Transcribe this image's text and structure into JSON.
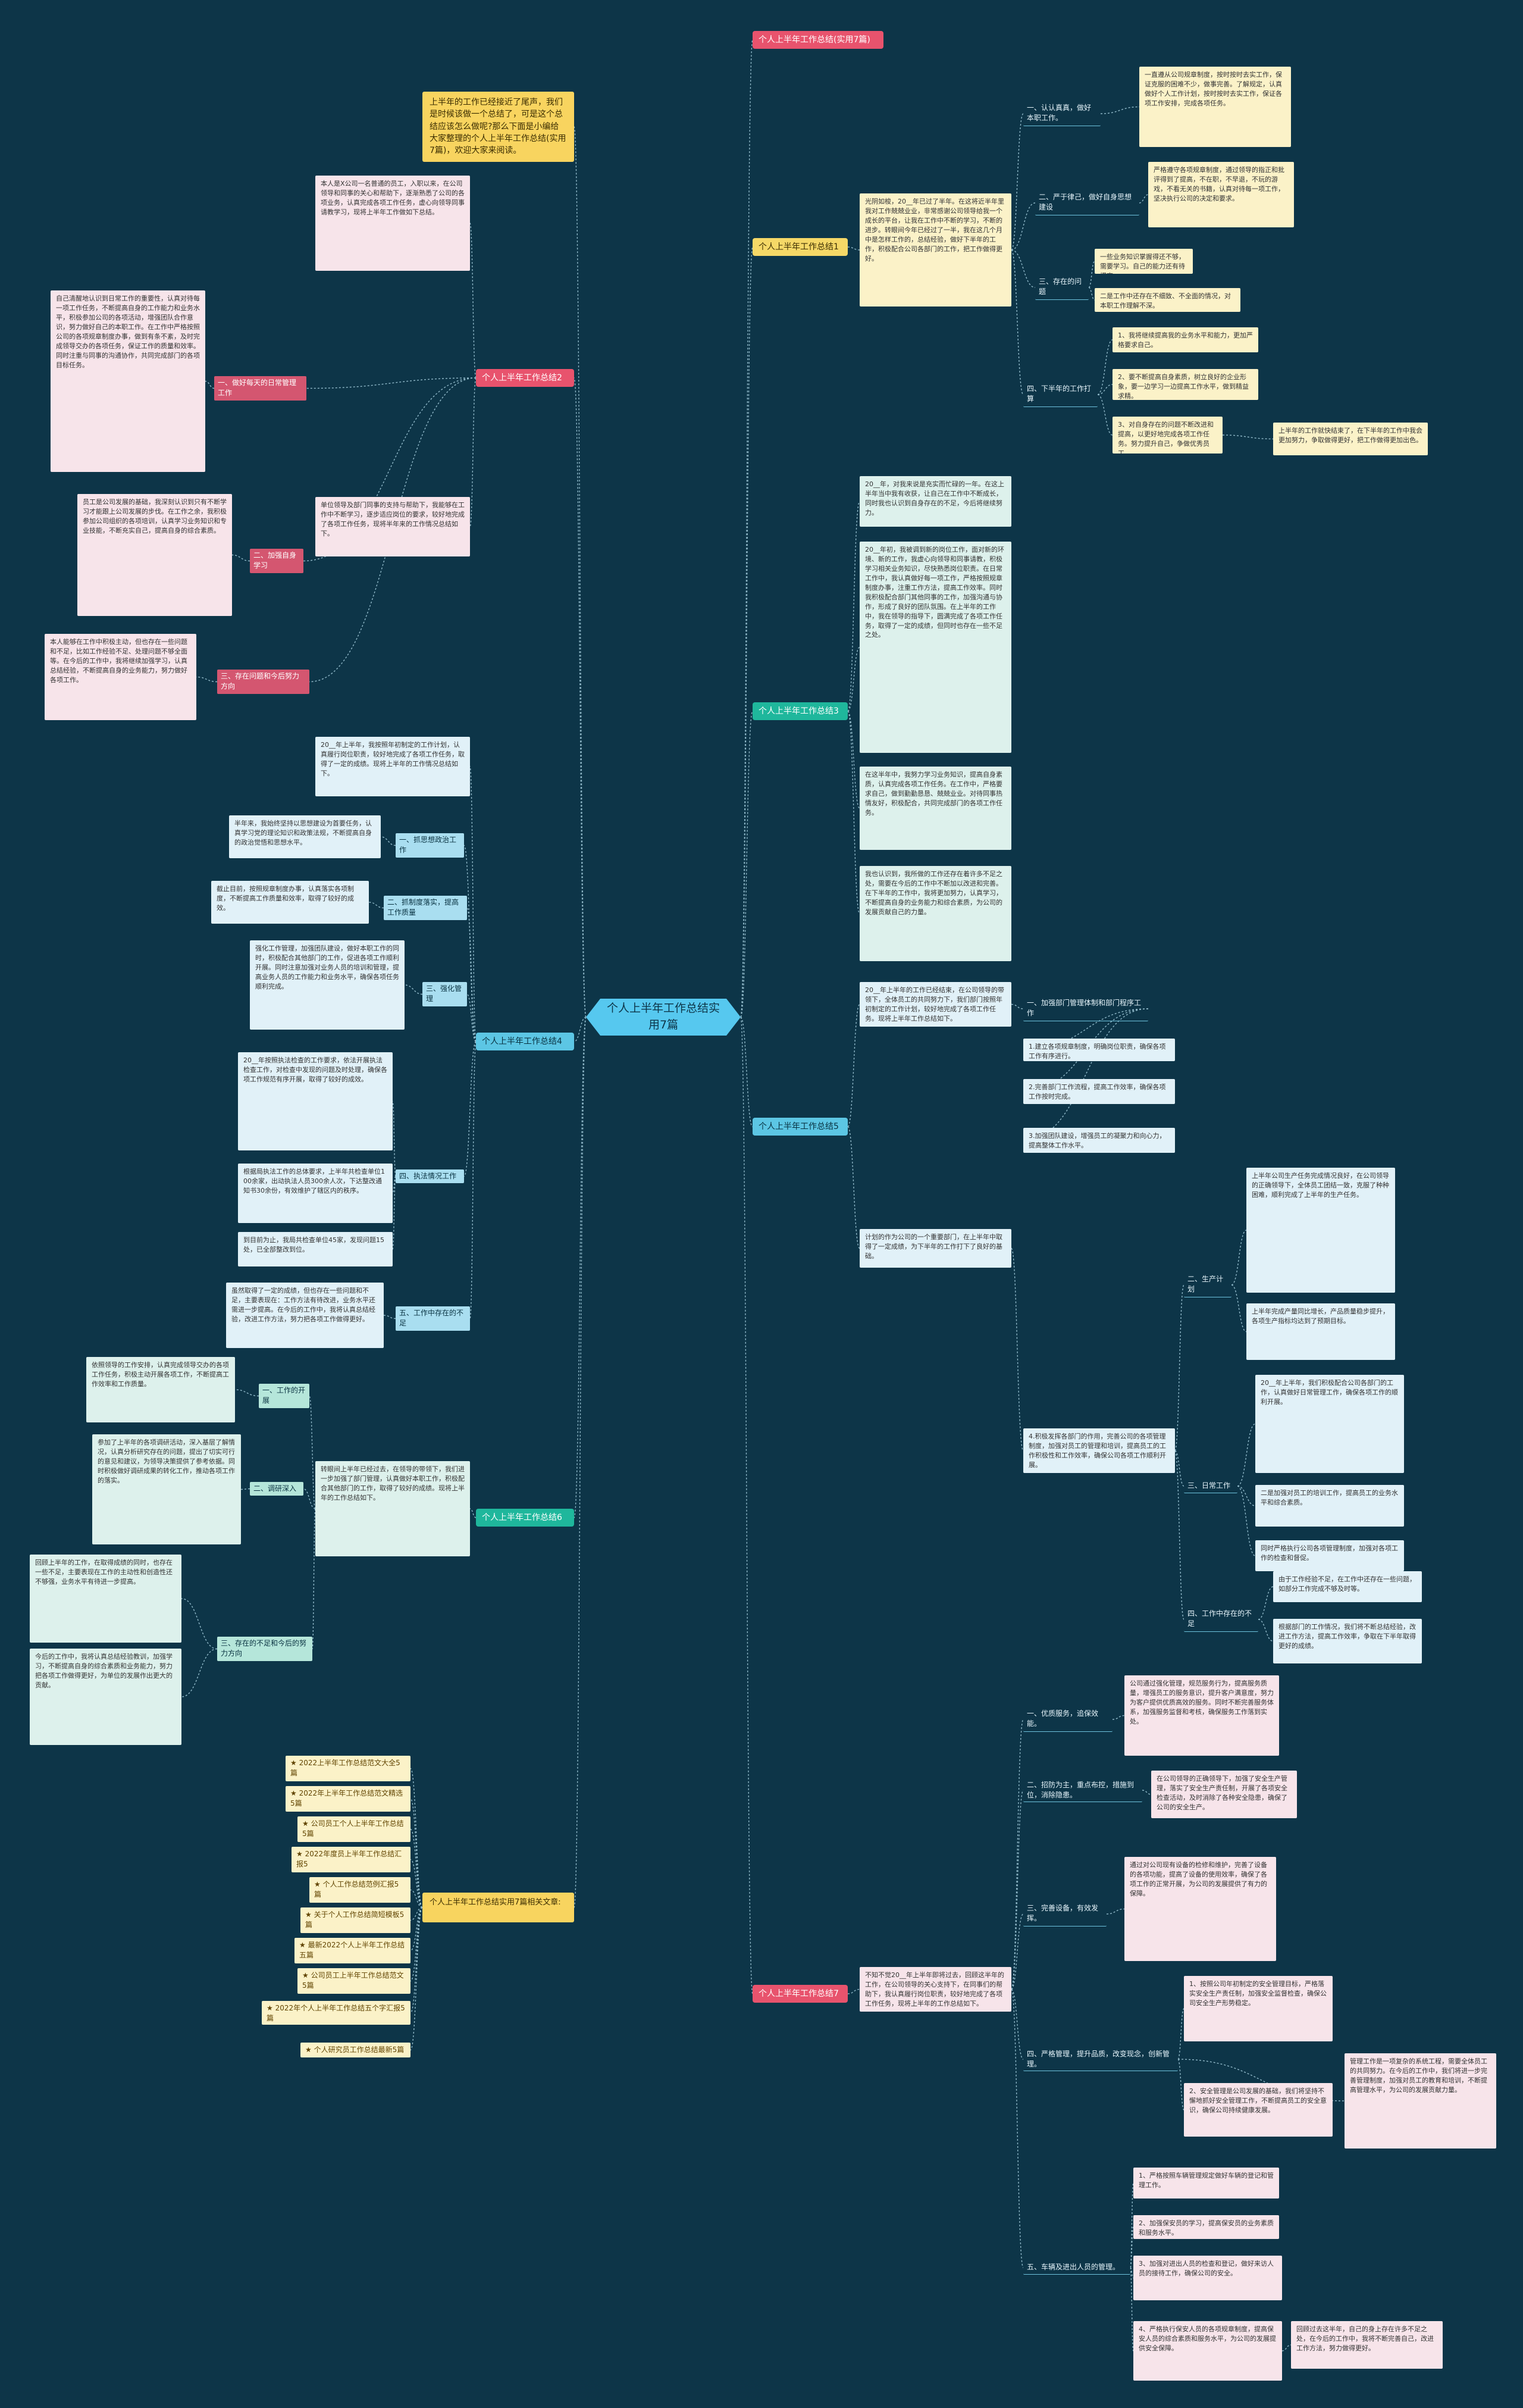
{
  "root": "个人上半年工作总结实用7篇",
  "intro": "上半年的工作已经接近了尾声，我们是时候该做一个总结了，可是这个总结应该怎么做呢?那么下面是小编给大家整理的个人上半年工作总结(实用7篇)，欢迎大家来阅读。",
  "branches": {
    "b_top": "个人上半年工作总结(实用7篇)",
    "b1": "个人上半年工作总结1",
    "b2": "个人上半年工作总结2",
    "b3": "个人上半年工作总结3",
    "b4": "个人上半年工作总结4",
    "b5": "个人上半年工作总结5",
    "b6": "个人上半年工作总结6",
    "b7": "个人上半年工作总结7",
    "related": "个人上半年工作总结实用7篇相关文章:"
  },
  "s1": {
    "intro": "光阴如梭，20__年已过了半年。在这将近半年里我对工作兢兢业业，非常感谢公司领导给我一个成长的平台，让我在工作中不断的学习，不断的进步。转眼间今年已经过了一半，我在这几个月中是怎样工作的，总结经验，做好下半年的工作，积极配合公司各部门的工作，把工作做得更好。",
    "i1": "一、认认真真，做好本职工作。",
    "i1d": "一直遵从公司规章制度，按时按时去实工作，保证克服的困难不少，做事完善。了解规定，认真做好个人工作计划，按时按时去实工作，保证各项工作安排，完成各项任务。",
    "i2": "二、严于律己，做好自身思想建设",
    "i2d": "严格遵守各项规章制度，通过领导的指正和批评得到了提高，不在职，不早退，不玩的游戏，不看无关的书籍，认真对待每一项工作，坚决执行公司的决定和要求。",
    "i3": "三、存在的问题",
    "i3d": "一些业务知识掌握得还不够，需要学习。自己的能力还有待提高。",
    "i3d2": "二是工作中还存在不细致、不全面的情况，对本职工作理解不深。",
    "i4": "四、下半年的工作打算",
    "i4a": "1、我将继续提高我的业务水平和能力，更加严格要求自己。",
    "i4b": "2、要不断提高自身素质，树立良好的企业形象，要一边学习一边提高工作水平，做到精益求精。",
    "i4c": "3、对自身存在的问题不断改进和提高，以更好地完成各项工作任务。努力提升自己，争做优秀员工。",
    "i4d": "上半年的工作就快结束了，在下半年的工作中我会更加努力，争取做得更好，把工作做得更加出色。"
  },
  "s2": {
    "intro": "本人是X公司一名普通的员工，入职以来，在公司领导和同事的关心和帮助下，逐渐熟悉了公司的各项业务，认真完成各项工作任务，虚心向领导同事请教学习，现将上半年工作做如下总结。",
    "i1": "一、做好每天的日常管理工作",
    "i1d": "自己清醒地认识到日常工作的重要性，认真对待每一项工作任务，不断提高自身的工作能力和业务水平，积极参加公司的各项活动，增强团队合作意识，努力做好自己的本职工作。在工作中严格按照公司的各项规章制度办事，做到有条不紊，及时完成领导交办的各项任务，保证工作的质量和效率。同时注重与同事的沟通协作，共同完成部门的各项目标任务。",
    "i2": "二、加强自身学习",
    "i2d": "员工是公司发展的基础，我深刻认识到只有不断学习才能跟上公司发展的步伐。在工作之余，我积极参加公司组织的各项培训，认真学习业务知识和专业技能，不断充实自己，提高自身的综合素质。",
    "i3": "三、存在问题和今后努力方向",
    "i3d": "本人能够在工作中积极主动，但也存在一些问题和不足，比如工作经验不足、处理问题不够全面等。在今后的工作中，我将继续加强学习，认真总结经验，不断提高自身的业务能力，努力做好各项工作。",
    "side": "单位领导及部门同事的支持与帮助下，我能够在工作中不断学习，逐步适应岗位的要求，较好地完成了各项工作任务，现将半年来的工作情况总结如下。"
  },
  "s3": {
    "p1": "20__年，对我来说是充实而忙碌的一年。在这上半年当中我有收获，让自己在工作中不断成长，同时我也认识到自身存在的不足，今后将继续努力。",
    "p2": "20__年初，我被调到新的岗位工作，面对新的环境、新的工作，我虚心向领导和同事请教，积极学习相关业务知识，尽快熟悉岗位职责。在日常工作中，我认真做好每一项工作，严格按照规章制度办事，注重工作方法，提高工作效率。同时我积极配合部门其他同事的工作，加强沟通与协作，形成了良好的团队氛围。在上半年的工作中，我在领导的指导下，圆满完成了各项工作任务，取得了一定的成绩，但同时也存在一些不足之处。",
    "p3": "在这半年中，我努力学习业务知识，提高自身素质，认真完成各项工作任务。在工作中，严格要求自己，做到勤勤恳恳、兢兢业业。对待同事热情友好，积极配合，共同完成部门的各项工作任务。",
    "p4": "我也认识到，我所做的工作还存在着许多不足之处，需要在今后的工作中不断加以改进和完善。在下半年的工作中，我将更加努力，认真学习，不断提高自身的业务能力和综合素质，为公司的发展贡献自己的力量。"
  },
  "s4": {
    "intro": "20__年上半年，我按照年初制定的工作计划，认真履行岗位职责，较好地完成了各项工作任务，取得了一定的成绩。现将上半年的工作情况总结如下。",
    "i1": "一、抓思想政治工作",
    "i1d": "半年来，我始终坚持以思想建设为首要任务，认真学习党的理论知识和政策法规，不断提高自身的政治觉悟和思想水平。",
    "i2": "二、抓制度落实，提高工作质量",
    "i2d": "截止目前，按照规章制度办事，认真落实各项制度，不断提高工作质量和效率，取得了较好的成效。",
    "i3": "三、强化管理",
    "i3d": "强化工作管理，加强团队建设，做好本职工作的同时，积极配合其他部门的工作，促进各项工作顺利开展。同时注意加强对业务人员的培训和管理，提高业务人员的工作能力和业务水平，确保各项任务顺利完成。",
    "i4": "四、执法情况工作",
    "i4d": "20__年按照执法检查的工作要求，依法开展执法检查工作，对检查中发现的问题及时处理，确保各项工作规范有序开展，取得了较好的成效。",
    "i4e": "根据局执法工作的总体要求，上半年共检查单位100余家，出动执法人员300余人次，下达整改通知书30余份，有效维护了辖区内的秩序。",
    "i4f": "到目前为止，我局共检查单位45家，发现问题15处，已全部整改到位。",
    "i5": "五、工作中存在的不足",
    "i5d": "虽然取得了一定的成绩，但也存在一些问题和不足，主要表现在：工作方法有待改进，业务水平还需进一步提高。在今后的工作中，我将认真总结经验，改进工作方法，努力把各项工作做得更好。"
  },
  "s5": {
    "intro": "20__年上半年的工作已经结束，在公司领导的带领下，全体员工的共同努力下，我们部门按照年初制定的工作计划，较好地完成了各项工作任务。现将上半年工作总结如下。",
    "i1": "一、加强部门管理体制和部门程序工作",
    "i1a": "1.建立各项规章制度，明确岗位职责，确保各项工作有序进行。",
    "i1b": "2.完善部门工作流程，提高工作效率，确保各项工作按时完成。",
    "i1c": "3.加强团队建设，增强员工的凝聚力和向心力，提高整体工作水平。",
    "i2": "二、生产计划",
    "i2d": "上半年公司生产任务完成情况良好，在公司领导的正确领导下，全体员工团结一致，克服了种种困难，顺利完成了上半年的生产任务。",
    "i2e": "上半年完成产量同比增长，产品质量稳步提升，各项生产指标均达到了预期目标。",
    "i3": "三、日常工作",
    "i3d": "20__年上半年，我们积极配合公司各部门的工作，认真做好日常管理工作，确保各项工作的顺利开展。",
    "i3e": "二是加强对员工的培训工作，提高员工的业务水平和综合素质。",
    "i3f": "同时严格执行公司各项管理制度，加强对各项工作的检查和督促。",
    "i4": "四、工作中存在的不足",
    "i4d": "由于工作经验不足，在工作中还存在一些问题，如部分工作完成不够及时等。",
    "i4e": "根据部门的工作情况，我们将不断总结经验，改进工作方法，提高工作效率，争取在下半年取得更好的成绩。",
    "mid": "计划的作为公司的一个重要部门，在上半年中取得了一定成绩，为下半年的工作打下了良好的基础。",
    "big": "4.积极发挥各部门的作用，完善公司的各项管理制度，加强对员工的管理和培训，提高员工的工作积极性和工作效率，确保公司各项工作顺利开展。"
  },
  "s6": {
    "intro": "转眼间上半年已经过去，在领导的带领下，我们进一步加强了部门管理，认真做好本职工作，积极配合其他部门的工作，取得了较好的成绩。现将上半年的工作总结如下。",
    "i1": "一、工作的开展",
    "i1d": "依照领导的工作安排，认真完成领导交办的各项工作任务，积极主动开展各项工作，不断提高工作效率和工作质量。",
    "i2": "二、调研深入",
    "i2d": "参加了上半年的各项调研活动，深入基层了解情况，认真分析研究存在的问题，提出了切实可行的意见和建议，为领导决策提供了参考依据。同时积极做好调研成果的转化工作，推动各项工作的落实。",
    "i3": "三、存在的不足和今后的努力方向",
    "i3d": "回顾上半年的工作，在取得成绩的同时，也存在一些不足，主要表现在工作的主动性和创造性还不够强，业务水平有待进一步提高。",
    "i3e": "今后的工作中，我将认真总结经验教训，加强学习，不断提高自身的综合素质和业务能力，努力把各项工作做得更好，为单位的发展作出更大的贡献。"
  },
  "s7": {
    "intro": "不知不觉20__年上半年即将过去，回顾这半年的工作，在公司领导的关心支持下，在同事们的帮助下，我认真履行岗位职责，较好地完成了各项工作任务，现将上半年的工作总结如下。",
    "i1": "一、优质服务，追保效能。",
    "i1d": "公司通过强化管理，规范服务行为，提高服务质量，增强员工的服务意识，提升客户满意度，努力为客户提供优质高效的服务。同时不断完善服务体系，加强服务监督和考核，确保服务工作落到实处。",
    "i2": "二、招防为主，重点布控，措施到位，消除隐患。",
    "i2d": "在公司领导的正确领导下，加强了安全生产管理，落实了安全生产责任制，开展了各项安全检查活动，及时消除了各种安全隐患，确保了公司的安全生产。",
    "i3": "三、完善设备，有效发挥。",
    "i3d": "通过对公司现有设备的检修和维护，完善了设备的各项功能，提高了设备的使用效率，确保了各项工作的正常开展，为公司的发展提供了有力的保障。",
    "i4": "四、严格管理，提升品质，改变现念，创新管理。",
    "i4a": "1、按照公司年初制定的安全管理目标，严格落实安全生产责任制，加强安全监督检查，确保公司安全生产形势稳定。",
    "i4b": "2、安全管理是公司发展的基础，我们将坚持不懈地抓好安全管理工作，不断提高员工的安全意识，确保公司持续健康发展。",
    "i4c": "管理工作是一项复杂的系统工程，需要全体员工的共同努力。在今后的工作中，我们将进一步完善管理制度，加强对员工的教育和培训，不断提高管理水平，为公司的发展贡献力量。",
    "i5": "五、车辆及进出人员的管理。",
    "i5a": "1、严格按照车辆管理规定做好车辆的登记和管理工作。",
    "i5b": "2、加强保安员的学习，提高保安员的业务素质和服务水平。",
    "i5c": "3、加强对进出人员的检查和登记，做好来访人员的接待工作，确保公司的安全。",
    "i5d": "4、严格执行保安人员的各项规章制度，提高保安人员的综合素质和服务水平，为公司的发展提供安全保障。",
    "end": "回顾过去这半年，自己的身上存在许多不足之处，在今后的工作中，我将不断完善自己，改进工作方法，努力做得更好。"
  },
  "related_links": [
    "★ 2022上半年工作总结范文大全5篇",
    "★ 2022年上半年工作总结范文精选5篇",
    "★ 公司员工个人上半年工作总结5篇",
    "★ 2022年度员上半年工作总结汇报5",
    "★ 个人工作总结范例汇报5篇",
    "★ 关于个人工作总结简短模板5篇",
    "★ 最新2022个人上半年工作总结五篇",
    "★ 公司员工上半年工作总结范文5篇",
    "★ 2022年个人上半年工作总结五个字汇报5篇",
    "★ 个人研究员工作总结最新5篇"
  ]
}
